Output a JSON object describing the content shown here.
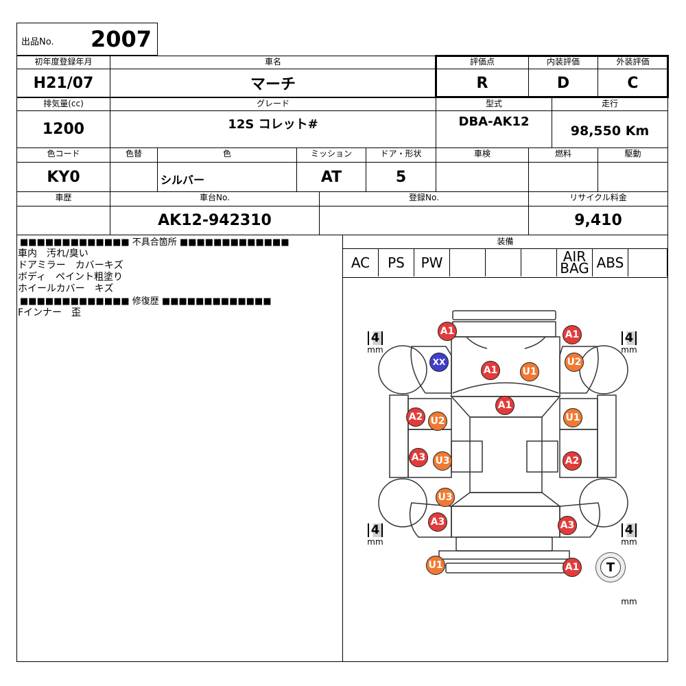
{
  "lot": {
    "label": "出品No.",
    "value": "2007"
  },
  "row1": {
    "first_reg_label": "初年度登録年月",
    "first_reg": "H21/07",
    "name_label": "車名",
    "name": "マーチ",
    "score_label": "評価点",
    "score": "R",
    "interior_label": "内装評価",
    "interior": "D",
    "exterior_label": "外装評価",
    "exterior": "C"
  },
  "row2": {
    "displacement_label": "排気量(cc)",
    "displacement": "1200",
    "grade_label": "グレード",
    "grade": "12S コレット#",
    "model_label": "型式",
    "model": "DBA-AK12",
    "mileage_label": "走行",
    "mileage": "98,550 Km"
  },
  "row3": {
    "color_code_label": "色コード",
    "color_code": "KY0",
    "color_change_label": "色替",
    "color_change": "",
    "color_label": "色",
    "color": "シルバー",
    "transmission_label": "ミッション",
    "transmission": "AT",
    "doors_label": "ドア・形状",
    "doors": "5",
    "inspection_label": "車検",
    "inspection": "",
    "fuel_label": "燃料",
    "fuel": "",
    "drive_label": "駆動",
    "drive": ""
  },
  "row4": {
    "history_label": "車歴",
    "history": "",
    "chassis_label": "車台No.",
    "chassis": "AK12-942310",
    "reg_label": "登録No.",
    "reg": "",
    "recycle_label": "リサイクル料金",
    "recycle": "9,410"
  },
  "defects": {
    "header": "■■■■■■■■■■■■■ 不具合箇所 ■■■■■■■■■■■■■",
    "lines": [
      "車内　汚れ/臭い",
      "ドアミラー　カバーキズ",
      "ボディ　ペイント粗塗り",
      "ホイールカバー　キズ"
    ],
    "repair_header": "■■■■■■■■■■■■■ 修復歴 ■■■■■■■■■■■■■",
    "repair_lines": [
      "Fインナー　歪"
    ]
  },
  "equipment": {
    "label": "装備",
    "items": [
      "AC",
      "PS",
      "PW",
      "",
      "",
      "",
      "AIR\nBAG",
      "ABS",
      ""
    ]
  },
  "diagram": {
    "marks": [
      {
        "code": "A1",
        "kind": "a"
      },
      {
        "code": "A1",
        "kind": "a"
      },
      {
        "code": "XX",
        "kind": "x"
      },
      {
        "code": "U2",
        "kind": "u"
      },
      {
        "code": "A1",
        "kind": "a"
      },
      {
        "code": "U1",
        "kind": "u"
      },
      {
        "code": "A1",
        "kind": "a"
      },
      {
        "code": "A2",
        "kind": "a"
      },
      {
        "code": "U2",
        "kind": "u"
      },
      {
        "code": "U1",
        "kind": "u"
      },
      {
        "code": "A3",
        "kind": "a"
      },
      {
        "code": "U3",
        "kind": "u"
      },
      {
        "code": "A2",
        "kind": "a"
      },
      {
        "code": "U3",
        "kind": "u"
      },
      {
        "code": "A3",
        "kind": "a"
      },
      {
        "code": "A3",
        "kind": "a"
      },
      {
        "code": "U1",
        "kind": "u"
      },
      {
        "code": "A1",
        "kind": "a"
      }
    ],
    "tread": [
      {
        "value": "4",
        "unit": "mm"
      },
      {
        "value": "4",
        "unit": "mm"
      },
      {
        "value": "4",
        "unit": "mm"
      },
      {
        "value": "4",
        "unit": "mm"
      },
      {
        "value": "",
        "unit": "mm"
      }
    ],
    "spare_label": "T"
  },
  "colors": {
    "a_mark": "#e33b3b",
    "u_mark": "#f07a33",
    "x_mark": "#3f3fc8"
  }
}
